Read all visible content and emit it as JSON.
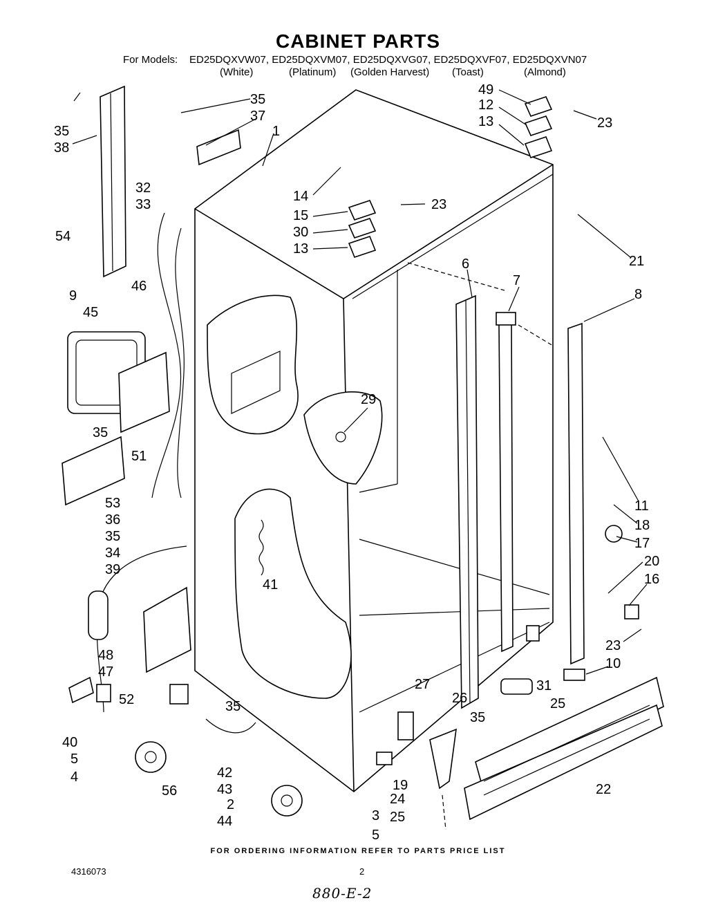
{
  "title": "CABINET PARTS",
  "models": {
    "lead": "For Models:",
    "list": "ED25DQXVW07, ED25DQXVM07, ED25DQXVG07, ED25DQXVF07, ED25DQXVN07",
    "colors": [
      "(White)",
      "(Platinum)",
      "(Golden Harvest)",
      "(Toast)",
      "(Almond)"
    ]
  },
  "callouts": [
    "35",
    "38",
    "35",
    "37",
    "1",
    "49",
    "12",
    "13",
    "23",
    "32",
    "33",
    "54",
    "14",
    "15",
    "30",
    "13",
    "23",
    "21",
    "9",
    "45",
    "46",
    "6",
    "7",
    "8",
    "29",
    "35",
    "51",
    "11",
    "18",
    "17",
    "53",
    "36",
    "35",
    "34",
    "39",
    "41",
    "20",
    "16",
    "48",
    "47",
    "23",
    "10",
    "27",
    "26",
    "25",
    "52",
    "35",
    "40",
    "5",
    "4",
    "56",
    "42",
    "43",
    "44",
    "2",
    "3",
    "5",
    "19",
    "24",
    "25",
    "22",
    "31",
    "35"
  ],
  "footer": "FOR ORDERING INFORMATION REFER TO PARTS PRICE LIST",
  "doc_number": "4316073",
  "page_number": "2",
  "handwritten_note": "880-E-2"
}
